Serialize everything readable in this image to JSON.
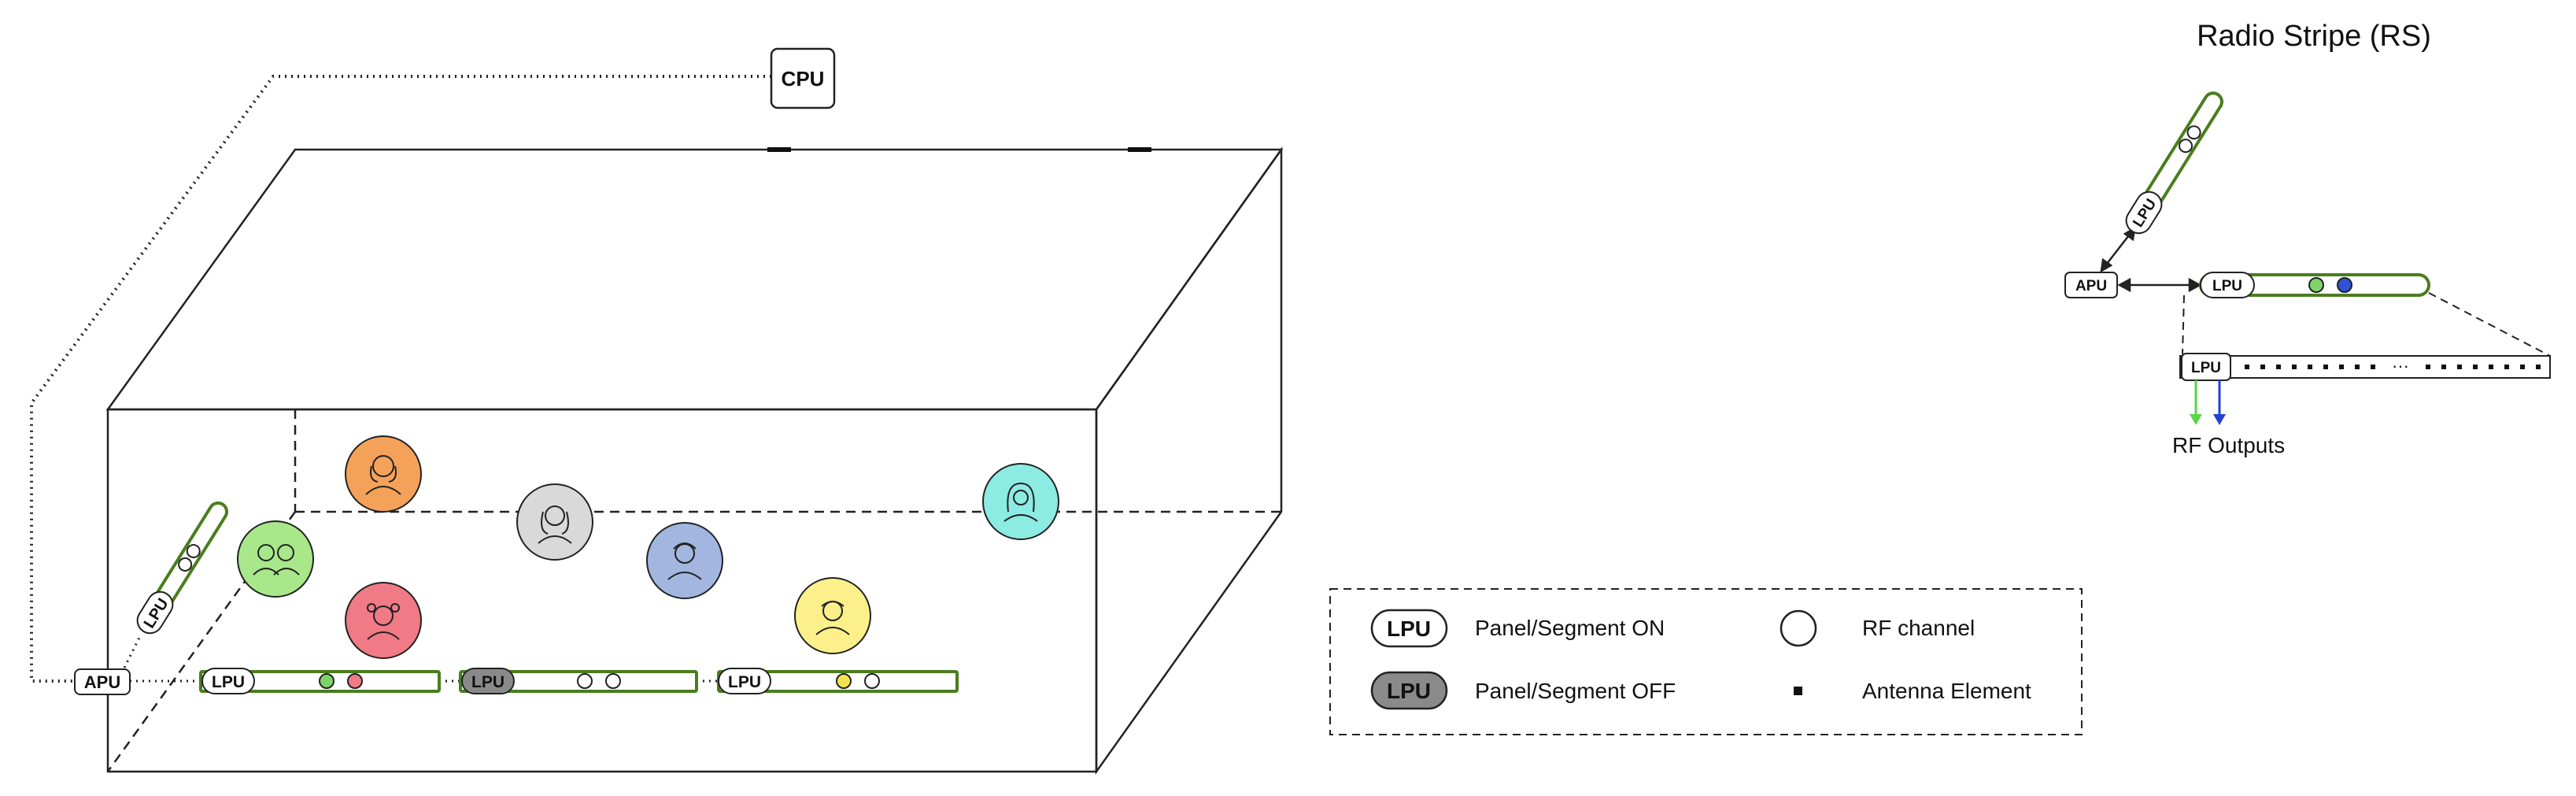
{
  "boxes": {
    "cpu": "CPU",
    "apu_left": "APU",
    "apu_right": "APU"
  },
  "lpu_label": "LPU",
  "right_panel": {
    "title": "Radio Stripe (RS)",
    "rf_outputs": "RF Outputs",
    "ellipsis": "···"
  },
  "legend": {
    "items": [
      {
        "symbol": "lpu-on",
        "symbol_text": "LPU",
        "label": "Panel/Segment ON"
      },
      {
        "symbol": "lpu-off",
        "symbol_text": "LPU",
        "label": "Panel/Segment OFF"
      },
      {
        "symbol": "rf-circle",
        "label": "RF channel"
      },
      {
        "symbol": "antenna-square",
        "label": "Antenna Element"
      }
    ]
  },
  "colors": {
    "stripe_green": "#4a7d1e",
    "lpu_off_fill": "#8a8a8a",
    "user_orange": "#f4a259",
    "user_green": "#a8e88a",
    "user_pink": "#f07a86",
    "user_gray": "#d9d9d9",
    "user_blue": "#a2b6e0",
    "user_yellow": "#fbf08a",
    "user_cyan": "#8cebe3",
    "channel_green": "#7fd36a",
    "channel_blue": "#2f52d6",
    "channel_pink": "#f07a86",
    "channel_yellow": "#f3e24f",
    "arrow_green": "#58d64a",
    "arrow_blue": "#2342d0"
  },
  "users": [
    {
      "name": "user-orange",
      "color": "orange",
      "icon": "woman-icon"
    },
    {
      "name": "user-green",
      "color": "green",
      "icon": "two-people-icon"
    },
    {
      "name": "user-pink",
      "color": "pink",
      "icon": "girl-icon"
    },
    {
      "name": "user-gray",
      "color": "gray",
      "icon": "woman-long-hair-icon"
    },
    {
      "name": "user-blue",
      "color": "blue",
      "icon": "man-icon"
    },
    {
      "name": "user-yellow",
      "color": "yellow",
      "icon": "boy-icon"
    },
    {
      "name": "user-cyan",
      "color": "cyan",
      "icon": "woman-hijab-icon"
    }
  ]
}
